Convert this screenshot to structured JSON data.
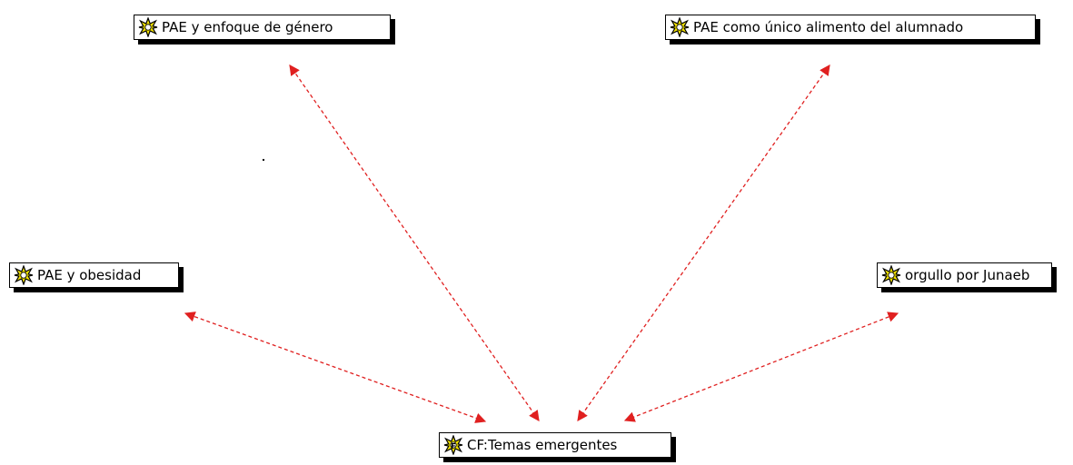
{
  "diagram": {
    "nodes": [
      {
        "id": "genero",
        "label": "PAE y enfoque de género",
        "icon": "code-star-icon"
      },
      {
        "id": "unico",
        "label": "PAE como único alimento del alumnado",
        "icon": "code-star-icon"
      },
      {
        "id": "obesidad",
        "label": "PAE y obesidad",
        "icon": "code-star-icon"
      },
      {
        "id": "orgullo",
        "label": "orgullo por Junaeb",
        "icon": "code-star-icon"
      },
      {
        "id": "temas",
        "label": "CF:Temas emergentes",
        "icon": "code-family-star-icon"
      }
    ],
    "links": [
      {
        "from": "temas",
        "to": "genero",
        "style": "dashed",
        "arrows": "both"
      },
      {
        "from": "temas",
        "to": "unico",
        "style": "dashed",
        "arrows": "both"
      },
      {
        "from": "temas",
        "to": "obesidad",
        "style": "dashed",
        "arrows": "both"
      },
      {
        "from": "temas",
        "to": "orgullo",
        "style": "dashed",
        "arrows": "both"
      }
    ],
    "colors": {
      "link": "#e02020",
      "icon_fill": "#f5e400",
      "shadow": "#000000",
      "border": "#000000"
    }
  }
}
